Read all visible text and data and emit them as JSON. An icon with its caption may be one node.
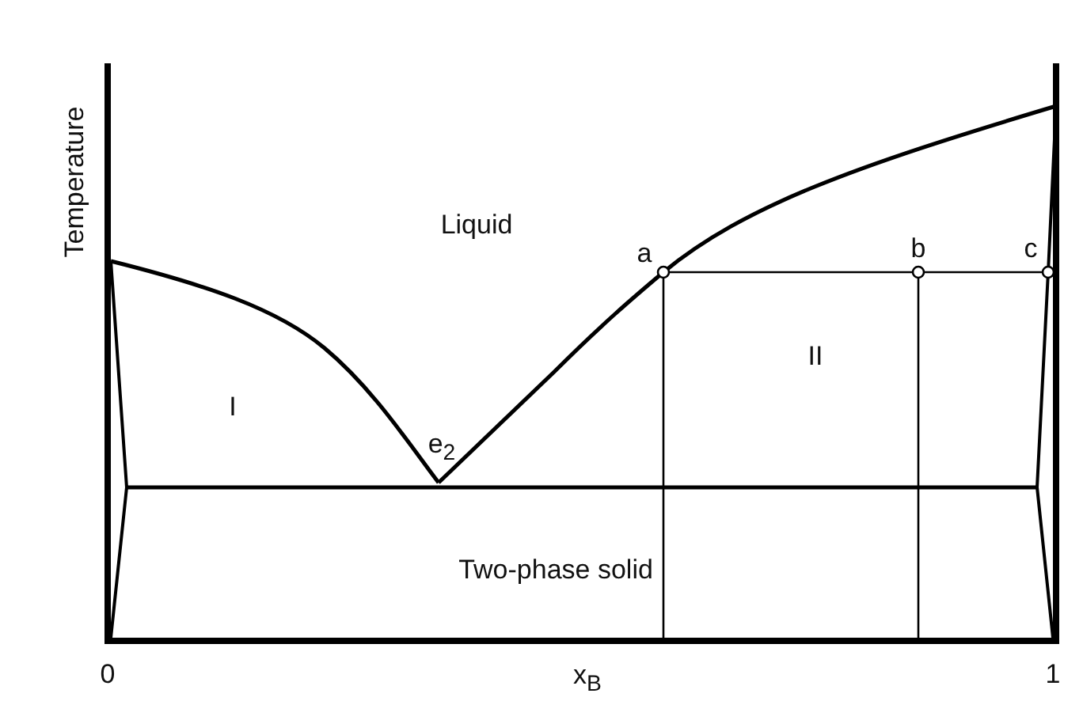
{
  "diagram": {
    "labels": [
      "Temperature",
      "Liquid",
      "a",
      "b",
      "c",
      "II",
      "I",
      "e$_{2}$",
      "Two-phase solid",
      "0",
      "x$_{B}$",
      "1"
    ]
  }
}
